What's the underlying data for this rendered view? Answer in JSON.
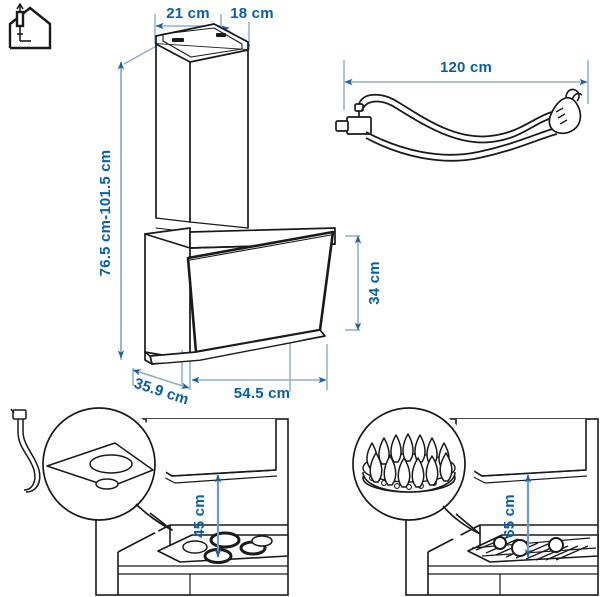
{
  "diagram": {
    "title": "Kitchen extractor hood – dimensions and installation clearances",
    "units": "cm",
    "colors": {
      "dimension_text": "#0A5EA8",
      "dimension_line": "#8FADCB",
      "outline": "#1A1A1A",
      "background": "#FFFFFF"
    },
    "icons": {
      "house_vent": "house-with-chimney-ducted-icon",
      "electric_hob": "electric-cooktop-icon",
      "gas_burner": "gas-burner-flames-icon",
      "power_plug": "schuko-plug-icon",
      "appliance_connector": "appliance-connector-icon"
    },
    "product_dimensions": [
      {
        "id": "chimney-width",
        "label": "21 cm",
        "value": 21,
        "axis": "width"
      },
      {
        "id": "chimney-depth",
        "label": "18 cm",
        "value": 18,
        "axis": "depth"
      },
      {
        "id": "total-height",
        "label": "76.5 cm-101.5 cm",
        "min": 76.5,
        "max": 101.5,
        "axis": "height"
      },
      {
        "id": "hood-depth",
        "label": "35.9 cm",
        "value": 35.9,
        "axis": "depth"
      },
      {
        "id": "hood-width",
        "label": "54.5 cm",
        "value": 54.5,
        "axis": "width"
      },
      {
        "id": "canopy-height",
        "label": "34 cm",
        "value": 34,
        "axis": "height"
      }
    ],
    "cord": {
      "label": "120 cm",
      "value": 120,
      "name": "power-cord"
    },
    "clearances": [
      {
        "id": "electric-clearance",
        "label": "45 cm",
        "value": 45,
        "hob_type": "electric-cooktop",
        "callout": "electric-hob-detail"
      },
      {
        "id": "gas-clearance",
        "label": "65 cm",
        "value": 65,
        "hob_type": "gas-cooktop",
        "callout": "gas-burner-detail"
      }
    ]
  }
}
